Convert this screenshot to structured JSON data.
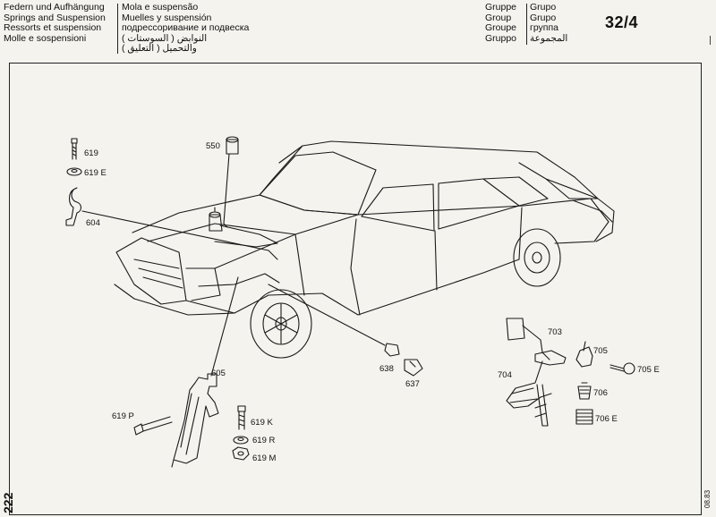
{
  "header": {
    "left_lines": [
      "Federn und Aufhängung",
      "Springs and Suspension",
      "Ressorts et suspension",
      "Molle e sospensioni"
    ],
    "middle_lines": [
      "Mola e suspensão",
      "Muelles y suspensión",
      "подрессоривание и подвеска",
      "النوابض ( السوستات )",
      "والتحميل ( التعليق )"
    ],
    "group_col_a": [
      "Gruppe",
      "Group",
      "Groupe",
      "Gruppo"
    ],
    "group_col_b": [
      "Grupo",
      "Grupo",
      "группа",
      "المجموعة"
    ],
    "group_number": "32/4"
  },
  "footer": {
    "page_number": "222",
    "date_code": "08.83"
  },
  "parts": {
    "p550": "550",
    "p619": "619",
    "p619E": "619 E",
    "p604": "604",
    "p605": "605",
    "p619P": "619 P",
    "p619K": "619 K",
    "p619R": "619 R",
    "p619M": "619 M",
    "p638": "638",
    "p637": "637",
    "p703": "703",
    "p704": "704",
    "p705": "705",
    "p705E": "705 E",
    "p706": "706",
    "p706E": "706 E"
  }
}
